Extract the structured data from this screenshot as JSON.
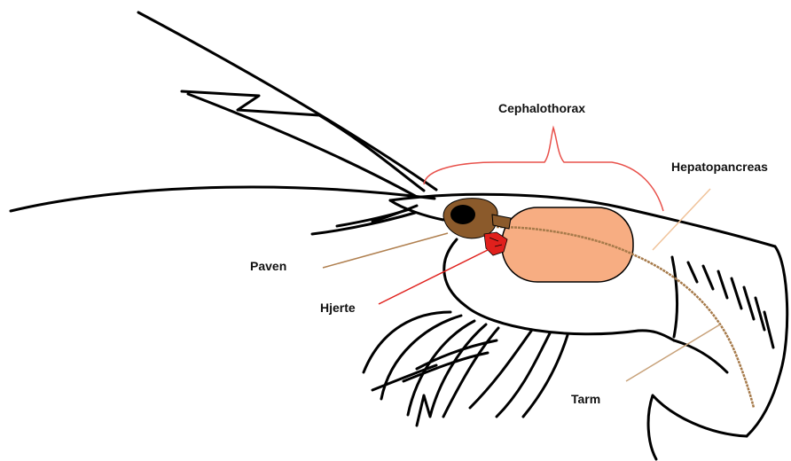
{
  "labels": {
    "cephalothorax": "Cephalothorax",
    "hepatopancreas": "Hepatopancreas",
    "paven": "Paven",
    "hjerte": "Hjerte",
    "tarm": "Tarm"
  },
  "colors": {
    "outline": "#000000",
    "cephalothorax_bracket": "#e8504a",
    "hepatopancreas_fill": "#f7ad82",
    "hepatopancreas_pointer": "#f0c39a",
    "eye_stalk": "#8b5a2b",
    "eye": "#000000",
    "paven_pointer": "#b08050",
    "heart": "#e0201c",
    "hjerte_pointer": "#e0201c",
    "intestine": "#a67a4a",
    "tarm_pointer": "#c8a27a"
  }
}
